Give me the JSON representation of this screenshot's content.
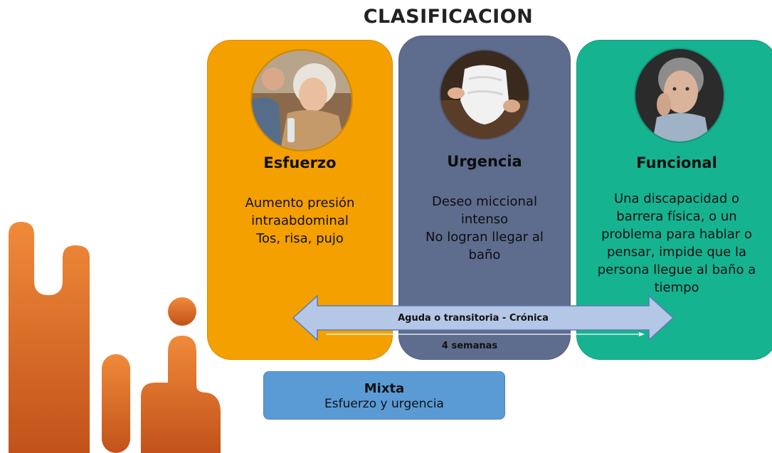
{
  "title": "CLASIFICACION",
  "cards": [
    {
      "title": "Esfuerzo",
      "text": "Aumento presión\nintraabdominal\nTos, risa, pujo",
      "color": "#f4a000",
      "image": "elderly-woman-taking-medication-photo"
    },
    {
      "title": "Urgencia",
      "text": "Deseo miccional\nintenso\nNo logran llegar al\nbaño",
      "color": "#5e6d8e",
      "image": "adult-diaper-photo"
    },
    {
      "title": "Funcional",
      "text": "Una discapacidad o\nbarrera física, o un\nproblema para hablar o\npensar, impide que la\npersona llegue al baño a\ntiempo",
      "color": "#16b391",
      "image": "worried-elderly-woman-photo"
    }
  ],
  "timeline": {
    "label": "Aguda o transitoria  -  Crónica",
    "marker": "4 semanas",
    "color": "#b4c7e7"
  },
  "mixta": {
    "title": "Mixta",
    "subtitle": "Esfuerzo y urgencia",
    "color": "#5b9bd5"
  },
  "decoration_color": "#e8762b"
}
